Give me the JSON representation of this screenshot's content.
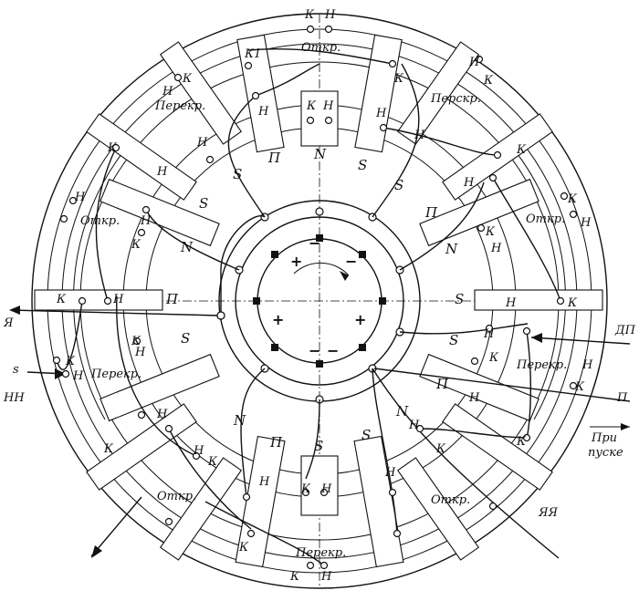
{
  "labels": {
    "otkr": "Откр.",
    "perekr": "Перекр.",
    "perskr": "Перскр.",
    "k": "К",
    "n": "Н",
    "k1": "К1",
    "ya": "Я",
    "yaya": "ЯЯ",
    "nn": "НН",
    "dp": "ДП",
    "p": "П",
    "pri": "При",
    "puske": "пуске",
    "s_small": "s",
    "poles": {
      "S": "S",
      "N": "N",
      "P": "П"
    },
    "plus": "+",
    "minus": "−"
  }
}
